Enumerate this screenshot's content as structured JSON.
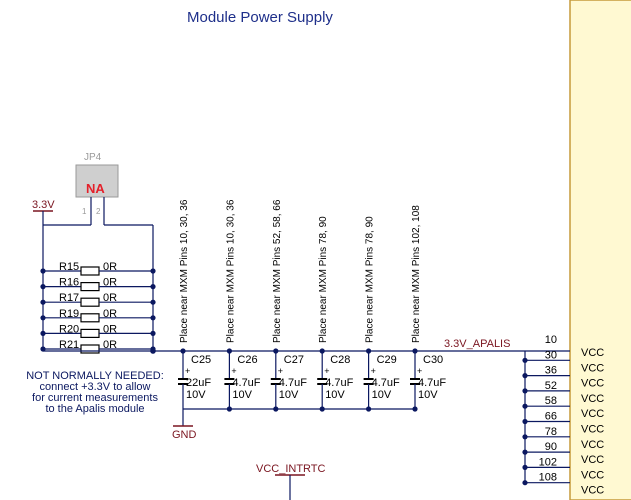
{
  "title": "Module Power Supply",
  "jumper": {
    "ref": "JP4",
    "value": "NA",
    "pin1": "1",
    "pin2": "2"
  },
  "supply_3v3": "3.3V",
  "resistors": [
    {
      "ref": "R15",
      "value": "0R"
    },
    {
      "ref": "R16",
      "value": "0R"
    },
    {
      "ref": "R17",
      "value": "0R"
    },
    {
      "ref": "R19",
      "value": "0R"
    },
    {
      "ref": "R20",
      "value": "0R"
    },
    {
      "ref": "R21",
      "value": "0R"
    }
  ],
  "note_lines": [
    "NOT NORMALLY NEEDED:",
    "connect +3.3V to allow",
    "for current measurements",
    "to the Apalis module"
  ],
  "capacitors": [
    {
      "ref": "C25",
      "value": "22uF",
      "voltage": "10V",
      "placement": "Place near MXM Pins 10, 30, 36"
    },
    {
      "ref": "C26",
      "value": "4.7uF",
      "voltage": "10V",
      "placement": "Place near MXM Pins 10, 30, 36"
    },
    {
      "ref": "C27",
      "value": "4.7uF",
      "voltage": "10V",
      "placement": "Place near MXM Pins 52, 58, 66"
    },
    {
      "ref": "C28",
      "value": "4.7uF",
      "voltage": "10V",
      "placement": "Place near MXM Pins 78, 90"
    },
    {
      "ref": "C29",
      "value": "4.7uF",
      "voltage": "10V",
      "placement": "Place near MXM Pins 78, 90"
    },
    {
      "ref": "C30",
      "value": "4.7uF",
      "voltage": "10V",
      "placement": "Place near MXM Pins 102, 108"
    }
  ],
  "cap_polarity": "+",
  "net_apalis": "3.3V_APALIS",
  "ground": "GND",
  "net_rtc": "VCC_INTRTC",
  "pins": [
    {
      "number": "10",
      "name": "VCC"
    },
    {
      "number": "30",
      "name": "VCC"
    },
    {
      "number": "36",
      "name": "VCC"
    },
    {
      "number": "52",
      "name": "VCC"
    },
    {
      "number": "58",
      "name": "VCC"
    },
    {
      "number": "66",
      "name": "VCC"
    },
    {
      "number": "78",
      "name": "VCC"
    },
    {
      "number": "90",
      "name": "VCC"
    },
    {
      "number": "102",
      "name": "VCC"
    },
    {
      "number": "108",
      "name": "VCC"
    }
  ],
  "colors": {
    "wire": "#0b1860",
    "net_label": "#7a1520",
    "title": "#1e2f8a",
    "component": "#000000",
    "na_text": "#e4202a",
    "symbol_fill": "#cfcfcf",
    "symbol_label": "#9a9a9a",
    "connector_fill": "#fff9d2",
    "connector_border": "#c59a3a"
  }
}
